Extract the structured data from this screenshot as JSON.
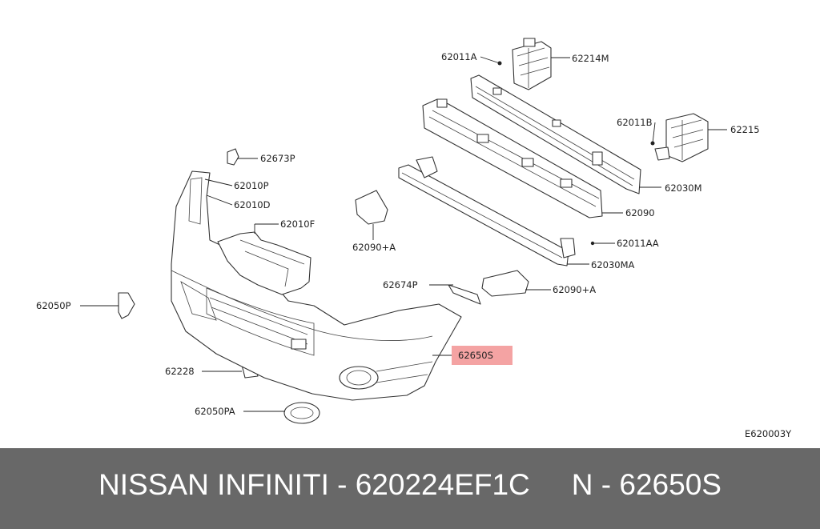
{
  "diagram": {
    "reference_code": "E620003Y",
    "labels": {
      "p62011A": "62011A",
      "p62214M": "62214M",
      "p62011B": "62011B",
      "p62215": "62215",
      "p62030M": "62030M",
      "p62090": "62090",
      "p62011AA": "62011AA",
      "p62030MA": "62030MA",
      "p62673P": "62673P",
      "p62010P": "62010P",
      "p62010D": "62010D",
      "p62010F": "62010F",
      "p62090A_left": "62090+A",
      "p62674P": "62674P",
      "p62090A_right": "62090+A",
      "p62050P": "62050P",
      "p62650S": "62650S",
      "p62228": "62228",
      "p62050PA": "62050PA"
    },
    "highlighted_part": "62650S",
    "highlight_color": "#f4a3a3"
  },
  "footer": {
    "brand_part": "NISSAN INFINITI - 620224EF1C",
    "oem_part": "N - 62650S"
  }
}
